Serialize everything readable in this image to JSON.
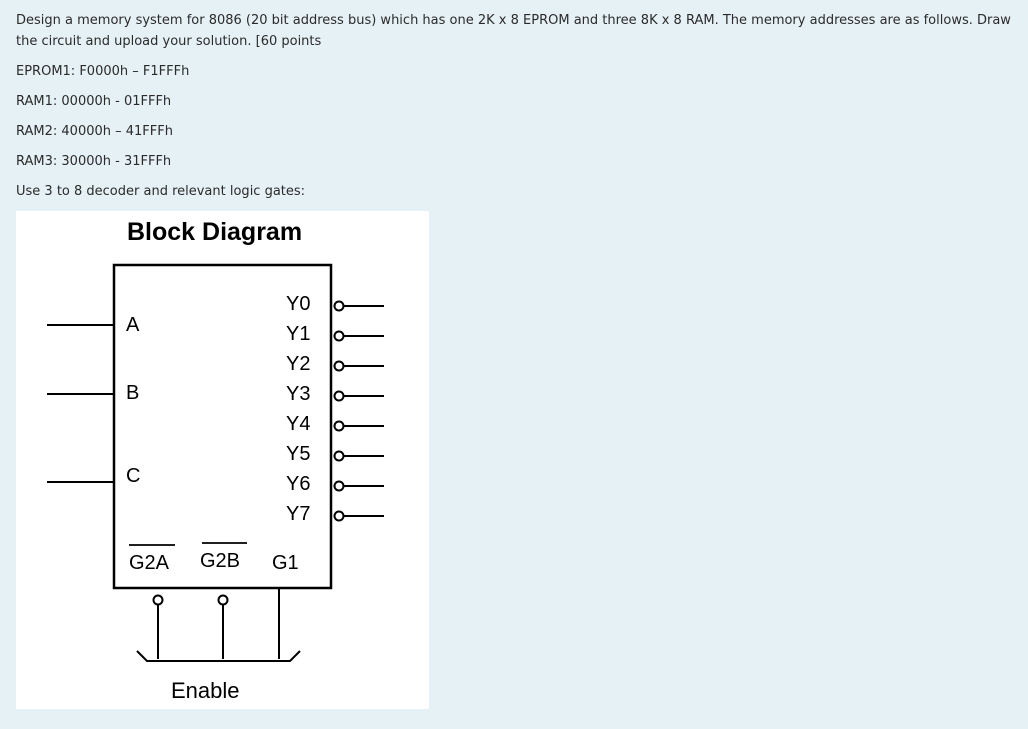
{
  "question": {
    "intro": "Design a memory system for 8086 (20 bit address bus) which has one 2K x 8 EPROM and three 8K x 8 RAM. The memory addresses are as follows. Draw the circuit and upload your solution. [60 points",
    "addresses": [
      "EPROM1: F0000h – F1FFFh",
      "RAM1: 00000h - 01FFFh",
      "RAM2: 40000h – 41FFFh",
      "RAM3: 30000h - 31FFFh"
    ],
    "instruction": "Use 3 to 8 decoder and relevant logic gates:"
  },
  "diagram": {
    "title": "Block Diagram",
    "inputs": [
      "A",
      "B",
      "C"
    ],
    "outputs": [
      "Y0",
      "Y1",
      "Y2",
      "Y3",
      "Y4",
      "Y5",
      "Y6",
      "Y7"
    ],
    "enables": [
      "G2A",
      "G2B",
      "G1"
    ],
    "enable_label": "Enable"
  }
}
